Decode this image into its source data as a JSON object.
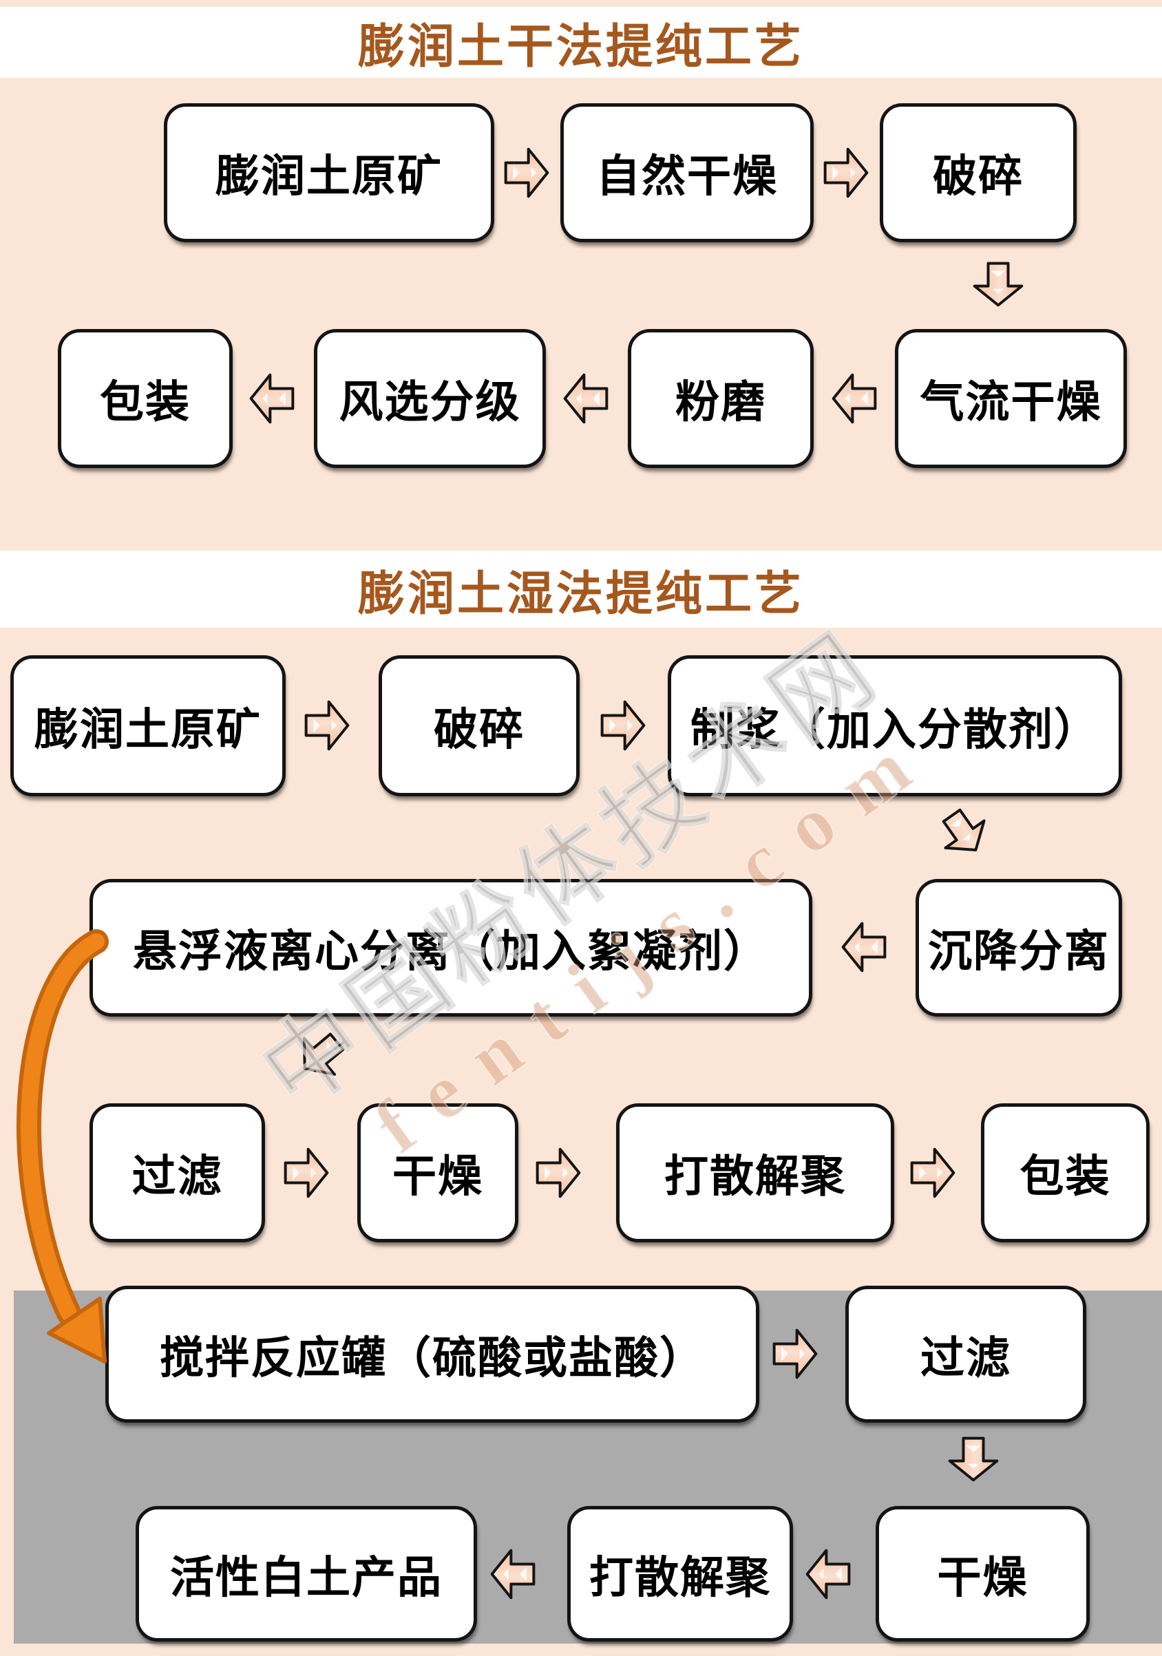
{
  "colors": {
    "page_background": "#FBE5D6",
    "title_text": "#A5581E",
    "box_fill": "#FFFFFF",
    "box_border": "#141414",
    "flow_arrow_fill": "#F6C8AB",
    "flow_arrow_highlight": "#FBE2D2",
    "gray_panel": "#ABABAB",
    "orange_arrow": "#EF8418",
    "orange_arrow_edge": "#C4660E"
  },
  "dry": {
    "title": "膨润土干法提纯工艺",
    "steps": {
      "raw_ore": "膨润土原矿",
      "natural_drying": "自然干燥",
      "crushing": "破碎",
      "airflow_drying": "气流干燥",
      "grinding": "粉磨",
      "air_classification": "风选分级",
      "packaging": "包装"
    }
  },
  "wet": {
    "title": "膨润土湿法提纯工艺",
    "steps": {
      "raw_ore": "膨润土原矿",
      "crushing": "破碎",
      "slurrying": "制浆（加入分散剂）",
      "sedimentation": "沉降分离",
      "centrifugation": "悬浮液离心分离（加入絮凝剂）",
      "filtration": "过滤",
      "drying": "干燥",
      "deagglomeration": "打散解聚",
      "packaging": "包装"
    }
  },
  "acid": {
    "steps": {
      "reaction_tank": "搅拌反应罐（硫酸或盐酸）",
      "filtration": "过滤",
      "drying": "干燥",
      "deagglomeration": "打散解聚",
      "product": "活性白土产品"
    }
  },
  "watermark": {
    "line1": "中国粉体技术网",
    "line2": "fentijs.com"
  }
}
